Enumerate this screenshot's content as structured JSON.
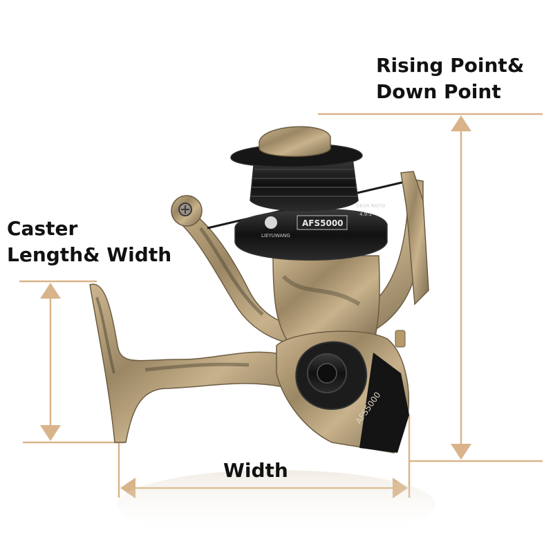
{
  "annotations": {
    "rising_line1": "Rising Point&",
    "rising_line2": "Down Point",
    "caster_line1": "Caster",
    "caster_line2": "Length& Width",
    "width": "Width"
  },
  "reel": {
    "brand_text": "LIEYUWANG",
    "model_text": "AFS5000",
    "gear_ratio_label": "GEAR RATIO",
    "gear_ratio_value": "4.9:1",
    "side_model_text": "AFS5000"
  },
  "colors": {
    "dimension_line": "#d9b48a",
    "camo_base": "#b9a27f",
    "camo_dark": "#4a4332",
    "spool_black": "#1a1a1a"
  }
}
